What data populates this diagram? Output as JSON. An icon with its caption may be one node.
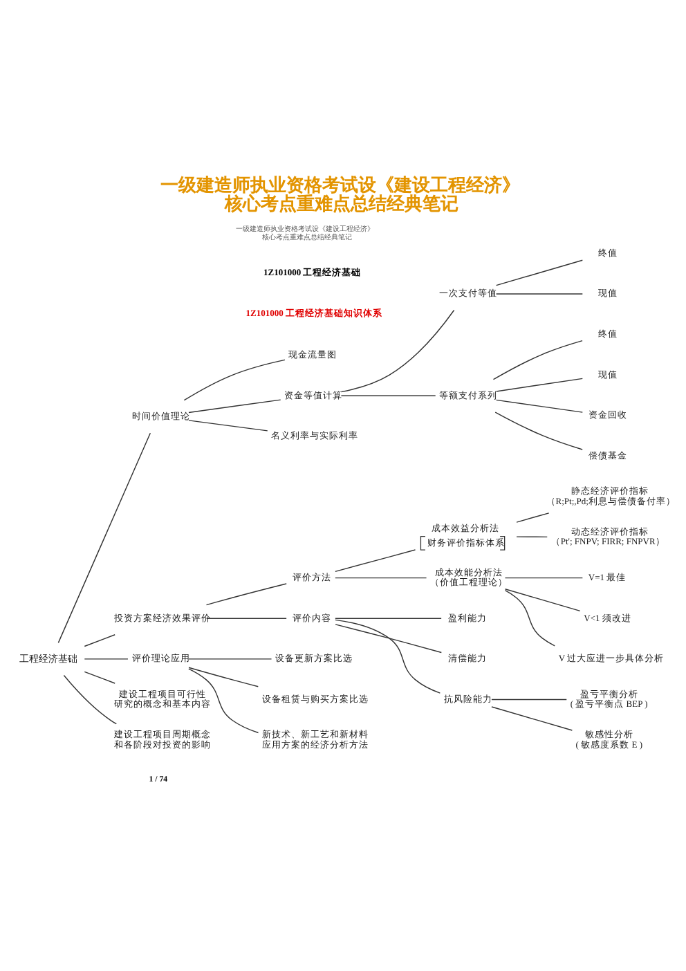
{
  "diagram": {
    "title": "一级建造师执业资格考试设《建设工程经济》核心考点重难点总结经典笔记",
    "nodes": [
      {
        "text": [
          "工程经济基础"
        ]
      },
      {
        "text": [
          "时间价值理论"
        ]
      },
      {
        "text": [
          "现金流量图"
        ]
      },
      {
        "text": [
          "资金等值计算"
        ]
      },
      {
        "text": [
          "一次支付等值"
        ]
      },
      {
        "text": [
          "终值"
        ]
      },
      {
        "text": [
          "现值"
        ]
      },
      {
        "text": [
          "等额支付系列"
        ]
      },
      {
        "text": [
          "终值"
        ]
      },
      {
        "text": [
          "现值"
        ]
      },
      {
        "text": [
          "资金回收"
        ]
      },
      {
        "text": [
          "偿债基金"
        ]
      },
      {
        "text": [
          "名义利率与实际利率"
        ]
      },
      {
        "text": [
          "投资方案经济效果评价"
        ]
      },
      {
        "text": [
          "评价方法"
        ]
      },
      {
        "text": [
          "成本效益分析法",
          "财务评价指标体系"
        ]
      },
      {
        "text": [
          "静态经济评价指标",
          "（R;Pt;,Pd;利息与偿债备付率）"
        ]
      },
      {
        "text": [
          "动态经济评价指标",
          "（Pt'; FNPV; FIRR; FNPVR）"
        ]
      },
      {
        "text": [
          "成本效能分析法",
          "（价值工程理论）"
        ]
      },
      {
        "text": [
          "V=1 最佳"
        ]
      },
      {
        "text": [
          "V<1 须改进"
        ]
      },
      {
        "text": [
          "V 过大应进一步具体分析"
        ]
      },
      {
        "text": [
          "评价内容"
        ]
      },
      {
        "text": [
          "盈利能力"
        ]
      },
      {
        "text": [
          "清偿能力"
        ]
      },
      {
        "text": [
          "抗风险能力"
        ]
      },
      {
        "text": [
          "盈亏平衡分析",
          "( 盈亏平衡点 BEP )"
        ]
      },
      {
        "text": [
          "敏感性分析",
          "( 敏感度系数 E )"
        ]
      },
      {
        "text": [
          "评价理论应用"
        ]
      },
      {
        "text": [
          "设备更新方案比选"
        ]
      },
      {
        "text": [
          "设备租赁与购买方案比选"
        ]
      },
      {
        "text": [
          "新技术、新工艺和新材料应用方案的经济分析方法"
        ]
      },
      {
        "text": [
          "建设工程项目可行性研究的概念和基本内容"
        ]
      },
      {
        "text": [
          "建设工程项目周期概念和各阶段对投资的影响"
        ]
      }
    ],
    "edges": [
      {
        "from": 0,
        "to": 1,
        "arrow": "none"
      },
      {
        "from": 0,
        "to": 13,
        "arrow": "none"
      },
      {
        "from": 0,
        "to": 28,
        "arrow": "none"
      },
      {
        "from": 0,
        "to": 32,
        "arrow": "none"
      },
      {
        "from": 0,
        "to": 33,
        "arrow": "none"
      },
      {
        "from": 1,
        "to": 2,
        "arrow": "none"
      },
      {
        "from": 1,
        "to": 3,
        "arrow": "none"
      },
      {
        "from": 1,
        "to": 12,
        "arrow": "none"
      },
      {
        "from": 3,
        "to": 4,
        "arrow": "none"
      },
      {
        "from": 3,
        "to": 7,
        "arrow": "none"
      },
      {
        "from": 4,
        "to": 5,
        "arrow": "none"
      },
      {
        "from": 4,
        "to": 6,
        "arrow": "none"
      },
      {
        "from": 7,
        "to": 8,
        "arrow": "none"
      },
      {
        "from": 7,
        "to": 9,
        "arrow": "none"
      },
      {
        "from": 7,
        "to": 10,
        "arrow": "none"
      },
      {
        "from": 7,
        "to": 11,
        "arrow": "none"
      },
      {
        "from": 13,
        "to": 14,
        "arrow": "none"
      },
      {
        "from": 13,
        "to": 22,
        "arrow": "none"
      },
      {
        "from": 14,
        "to": 15,
        "arrow": "none"
      },
      {
        "from": 14,
        "to": 18,
        "arrow": "none"
      },
      {
        "from": 15,
        "to": 16,
        "arrow": "none"
      },
      {
        "from": 15,
        "to": 17,
        "arrow": "none"
      },
      {
        "from": 18,
        "to": 19,
        "arrow": "none"
      },
      {
        "from": 18,
        "to": 20,
        "arrow": "none"
      },
      {
        "from": 18,
        "to": 21,
        "arrow": "none"
      },
      {
        "from": 22,
        "to": 23,
        "arrow": "none"
      },
      {
        "from": 22,
        "to": 24,
        "arrow": "none"
      },
      {
        "from": 22,
        "to": 25,
        "arrow": "none"
      },
      {
        "from": 25,
        "to": 26,
        "arrow": "none"
      },
      {
        "from": 25,
        "to": 27,
        "arrow": "none"
      },
      {
        "from": 28,
        "to": 29,
        "arrow": "none"
      },
      {
        "from": 28,
        "to": 30,
        "arrow": "none"
      },
      {
        "from": 28,
        "to": 31,
        "arrow": "none"
      }
    ],
    "labels": [
      "一级建造师执业资格考试设《建设工程经济》核心考点重难点总结经典笔记",
      "1Z101000 工程经济基础",
      "1Z101000 工程经济基础知识体系",
      "1 / 74"
    ]
  }
}
